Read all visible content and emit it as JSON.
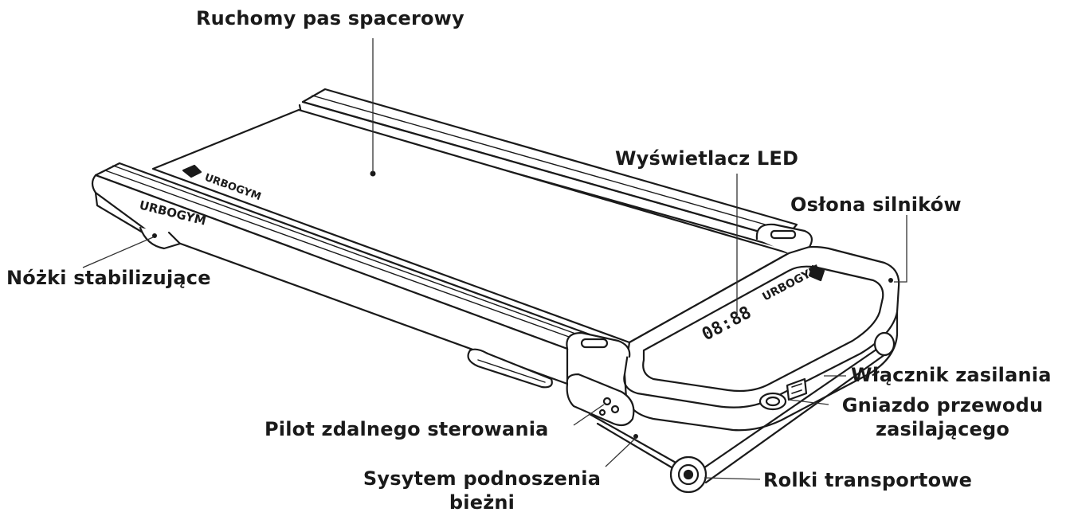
{
  "labels": {
    "belt": "Ruchomy pas spacerowy",
    "led": "Wyświetlacz LED",
    "cover": "Osłona silników",
    "feet": "Nóżki stabilizujące",
    "switch": "Włącznik zasilania",
    "socket_line1": "Gniazdo przewodu",
    "socket_line2": "zasilającego",
    "remote": "Pilot zdalnego sterowania",
    "lift_line1": "Sysytem podnoszenia",
    "lift_line2": "bieżni",
    "wheels": "Rolki transportowe"
  },
  "device": {
    "brand": "URBOGYM",
    "display_readout": "08:88"
  },
  "colors": {
    "ink": "#1a1a1a",
    "background": "#ffffff"
  }
}
